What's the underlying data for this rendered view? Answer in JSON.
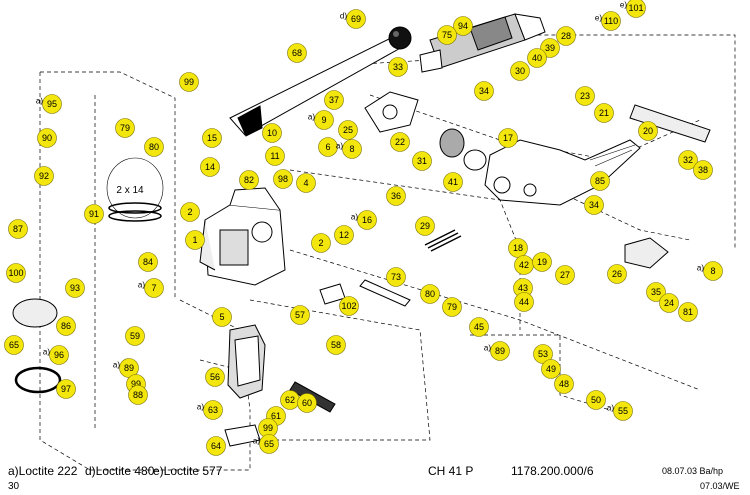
{
  "diagram": {
    "bubble_color": "#f2e60c",
    "bubble_stroke": "#7a7000",
    "callouts": [
      {
        "n": "69",
        "pre": "d)"
      },
      {
        "n": "94"
      },
      {
        "n": "75"
      },
      {
        "n": "101",
        "pre": "e)"
      },
      {
        "n": "110",
        "pre": "e)"
      },
      {
        "n": "68"
      },
      {
        "n": "28"
      },
      {
        "n": "39"
      },
      {
        "n": "40"
      },
      {
        "n": "33"
      },
      {
        "n": "30"
      },
      {
        "n": "99"
      },
      {
        "n": "95",
        "pre": "a)"
      },
      {
        "n": "79"
      },
      {
        "n": "80"
      },
      {
        "n": "34"
      },
      {
        "n": "37"
      },
      {
        "n": "23"
      },
      {
        "n": "21"
      },
      {
        "n": "9",
        "pre": "a)"
      },
      {
        "n": "25"
      },
      {
        "n": "90"
      },
      {
        "n": "15"
      },
      {
        "n": "10"
      },
      {
        "n": "22"
      },
      {
        "n": "6"
      },
      {
        "n": "8",
        "pre": "a)"
      },
      {
        "n": "17"
      },
      {
        "n": "20"
      },
      {
        "n": "11"
      },
      {
        "n": "31"
      },
      {
        "n": "32"
      },
      {
        "n": "14"
      },
      {
        "n": "82"
      },
      {
        "n": "98"
      },
      {
        "n": "4"
      },
      {
        "n": "41"
      },
      {
        "n": "38"
      },
      {
        "n": "92"
      },
      {
        "n": "85"
      },
      {
        "n": "36"
      },
      {
        "n": "91"
      },
      {
        "n": "2"
      },
      {
        "n": "16",
        "pre": "a)"
      },
      {
        "n": "12"
      },
      {
        "n": "34"
      },
      {
        "n": "87"
      },
      {
        "n": "29"
      },
      {
        "n": "1"
      },
      {
        "n": "2"
      },
      {
        "n": "18"
      },
      {
        "n": "42"
      },
      {
        "n": "19"
      },
      {
        "n": "27"
      },
      {
        "n": "26"
      },
      {
        "n": "100"
      },
      {
        "n": "84"
      },
      {
        "n": "7",
        "pre": "a)"
      },
      {
        "n": "73"
      },
      {
        "n": "43"
      },
      {
        "n": "93"
      },
      {
        "n": "35"
      },
      {
        "n": "44"
      },
      {
        "n": "8",
        "pre": "a)"
      },
      {
        "n": "24"
      },
      {
        "n": "80"
      },
      {
        "n": "102"
      },
      {
        "n": "79"
      },
      {
        "n": "81"
      },
      {
        "n": "86"
      },
      {
        "n": "5"
      },
      {
        "n": "57"
      },
      {
        "n": "45"
      },
      {
        "n": "59"
      },
      {
        "n": "65"
      },
      {
        "n": "96",
        "pre": "a)"
      },
      {
        "n": "58"
      },
      {
        "n": "89",
        "pre": "a)"
      },
      {
        "n": "53"
      },
      {
        "n": "89",
        "pre": "a)"
      },
      {
        "n": "99"
      },
      {
        "n": "56"
      },
      {
        "n": "49"
      },
      {
        "n": "97"
      },
      {
        "n": "88"
      },
      {
        "n": "48"
      },
      {
        "n": "62"
      },
      {
        "n": "60"
      },
      {
        "n": "50"
      },
      {
        "n": "63",
        "pre": "a)"
      },
      {
        "n": "61"
      },
      {
        "n": "55",
        "pre": "a)"
      },
      {
        "n": "99"
      },
      {
        "n": "64"
      },
      {
        "n": "65",
        "pre": "a)"
      }
    ],
    "ring_label": "2 x 14"
  },
  "footer": {
    "loctite_222": "a)Loctite 222",
    "loctite_480": "d)Loctite 480",
    "loctite_577": "e)Loctite 577",
    "model": "CH 41 P",
    "part_number": "1178.200.000/6",
    "date_line": "08.07.03 Ba/hp",
    "page": "30",
    "rev": "07.03/WE"
  }
}
